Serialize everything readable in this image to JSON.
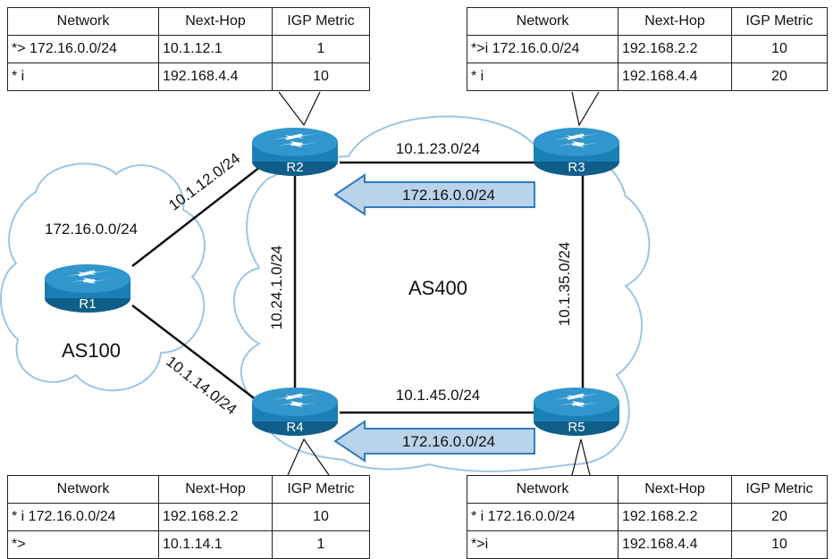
{
  "routers": {
    "r1": {
      "label": "R1"
    },
    "r2": {
      "label": "R2"
    },
    "r3": {
      "label": "R3"
    },
    "r4": {
      "label": "R4"
    },
    "r5": {
      "label": "R5"
    }
  },
  "clouds": {
    "as100": {
      "label": "AS100",
      "prefix": "172.16.0.0/24"
    },
    "as400": {
      "label": "AS400"
    }
  },
  "links": {
    "r1_r2": "10.1.12.0/24",
    "r1_r4": "10.1.14.0/24",
    "r2_r3": "10.1.23.0/24",
    "r2_r4": "10.24.1.0/24",
    "r3_r5": "10.1.35.0/24",
    "r4_r5": "10.1.45.0/24"
  },
  "advertisements": {
    "r3_to_r2": "172.16.0.0/24",
    "r5_to_r4": "172.16.0.0/24"
  },
  "colors": {
    "router_fill": "#1a7fb5",
    "cloud_stroke": "#9ec5e4",
    "arrow_fill": "#b8d3ea",
    "arrow_stroke": "#2e7cc0",
    "link": "#111111"
  },
  "tables": {
    "headers": [
      "Network",
      "Next-Hop",
      "IGP Metric"
    ],
    "r2": [
      [
        "*> 172.16.0.0/24",
        "10.1.12.1",
        "1"
      ],
      [
        "* i",
        "192.168.4.4",
        "10"
      ]
    ],
    "r3": [
      [
        "*>i 172.16.0.0/24",
        "192.168.2.2",
        "10"
      ],
      [
        "* i",
        "192.168.4.4",
        "20"
      ]
    ],
    "r4": [
      [
        "* i 172.16.0.0/24",
        "192.168.2.2",
        "10"
      ],
      [
        "*>",
        "10.1.14.1",
        "1"
      ]
    ],
    "r5": [
      [
        "* i 172.16.0.0/24",
        "192.168.2.2",
        "20"
      ],
      [
        "*>i",
        "192.168.4.4",
        "10"
      ]
    ]
  }
}
